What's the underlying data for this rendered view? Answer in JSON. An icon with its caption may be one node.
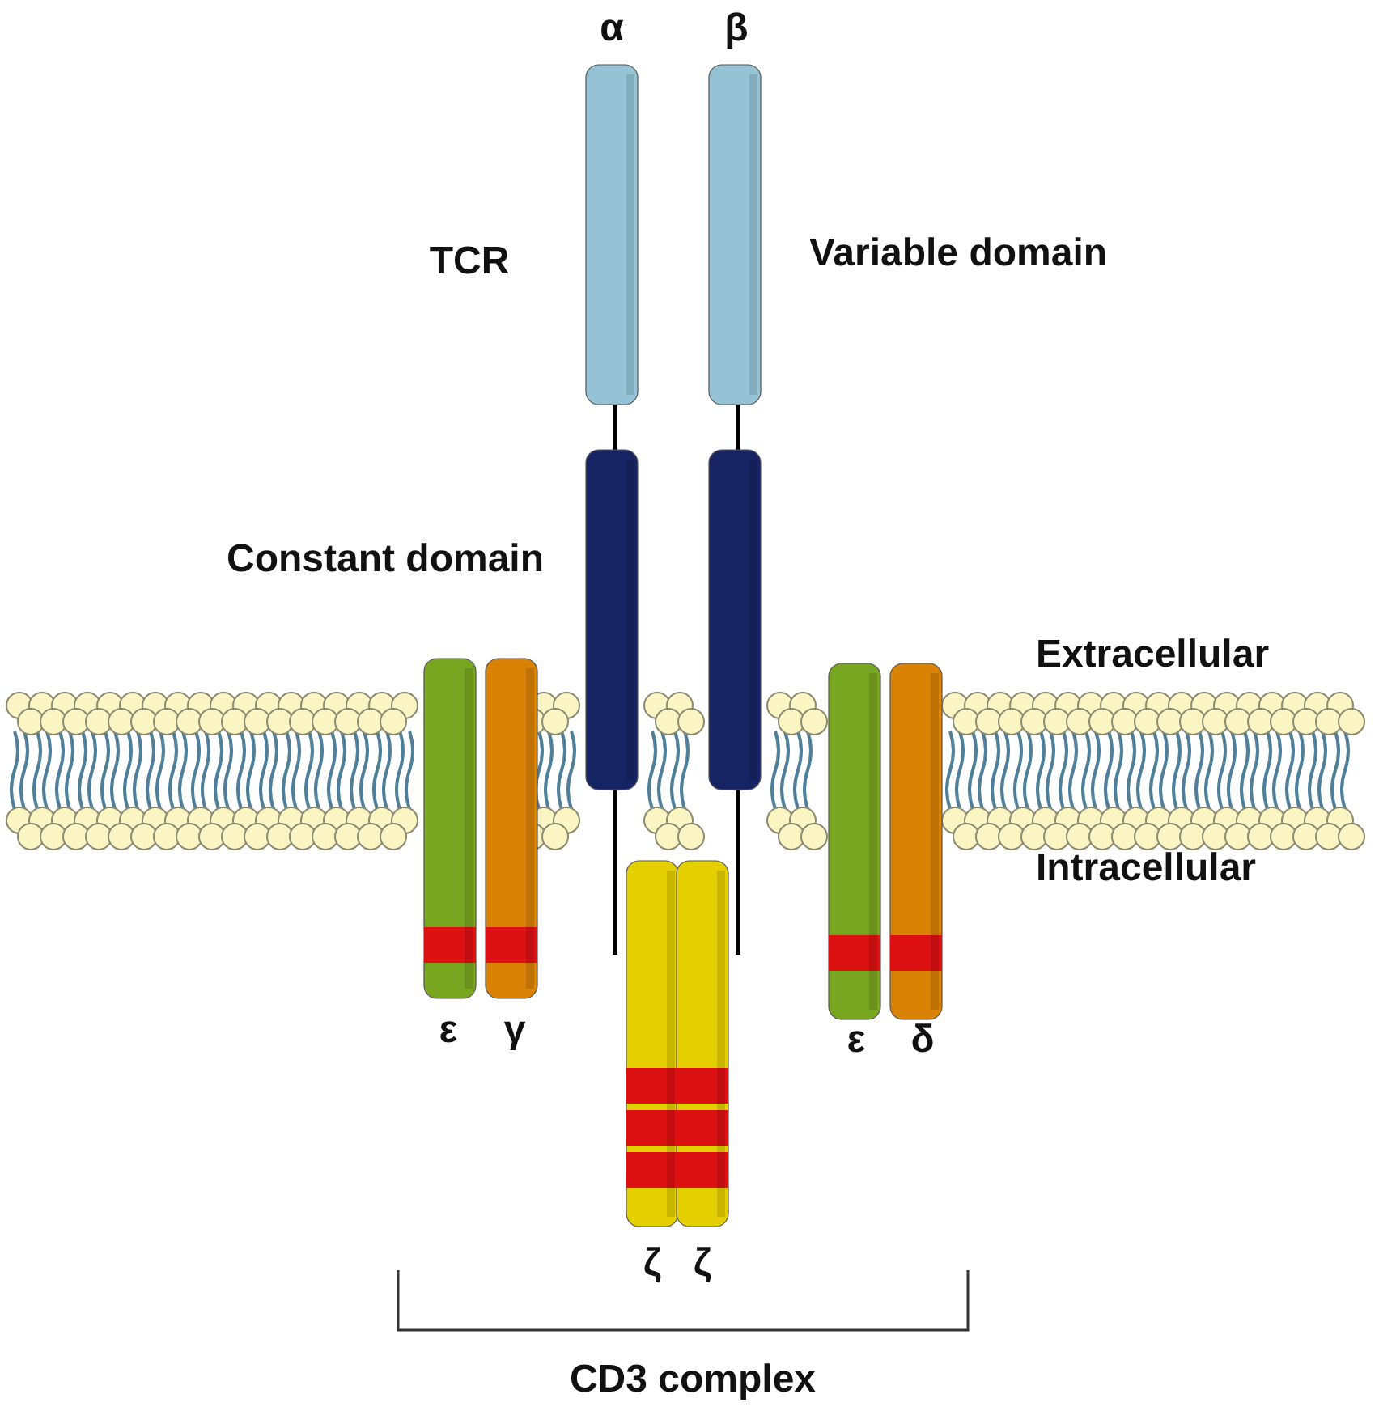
{
  "diagram": {
    "labels": [
      "α",
      "β",
      "TCR",
      "Variable domain",
      "Constant domain",
      "Extracellular",
      "ε",
      "γ",
      "Intracellular",
      "ε",
      "δ",
      "ζ",
      "ζ",
      "CD3 complex"
    ]
  }
}
